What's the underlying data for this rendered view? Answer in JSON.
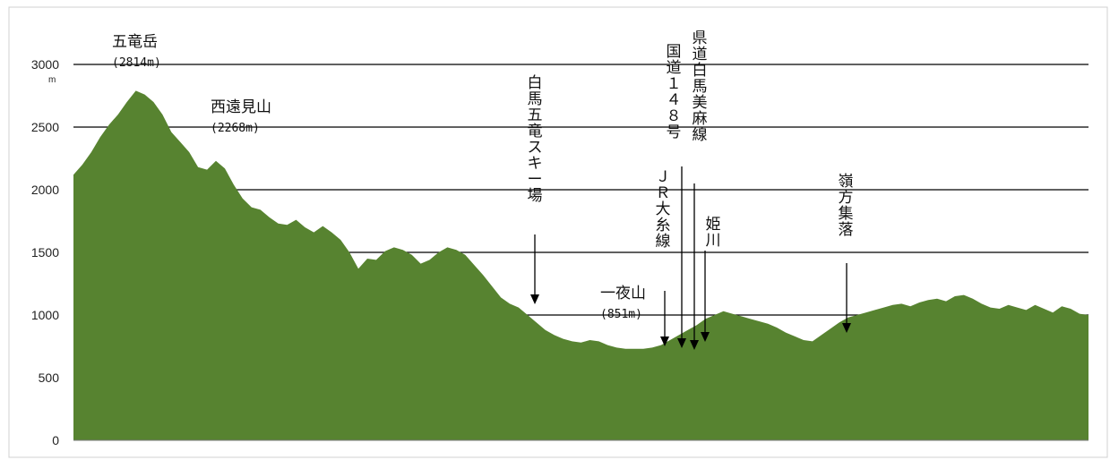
{
  "chart_data": {
    "type": "area",
    "y_unit": "m",
    "ylim": [
      0,
      3000
    ],
    "y_ticks": [
      "0",
      "500",
      "1000",
      "1500",
      "2000",
      "2500",
      "3000"
    ],
    "grid": true,
    "fill_color": "#578330",
    "x": [
      0,
      1,
      2,
      3,
      4,
      5,
      6,
      7,
      8,
      9,
      10,
      11,
      12,
      13,
      14,
      15,
      16,
      17,
      18,
      19,
      20,
      21,
      22,
      23,
      24,
      25,
      26,
      27,
      28,
      29,
      30,
      31,
      32,
      33,
      34,
      35,
      36,
      37,
      38,
      39,
      40,
      41,
      42,
      43,
      44,
      45,
      46,
      47,
      48,
      49,
      50,
      51,
      52,
      53,
      54,
      55,
      56,
      57,
      58,
      59,
      60,
      61,
      62,
      63,
      64,
      65,
      66,
      67,
      68,
      69,
      70,
      71,
      72,
      73,
      74,
      75,
      76,
      77,
      78,
      79,
      80,
      81,
      82,
      83,
      84,
      85,
      86,
      87,
      88,
      89,
      90,
      91,
      92,
      93,
      94,
      95,
      96,
      97,
      98,
      99,
      100,
      101,
      102,
      103,
      104,
      105,
      106,
      107,
      108,
      109,
      110,
      111,
      112,
      113,
      114
    ],
    "values": [
      2120,
      2200,
      2300,
      2420,
      2520,
      2600,
      2700,
      2790,
      2760,
      2700,
      2600,
      2460,
      2380,
      2300,
      2180,
      2160,
      2230,
      2170,
      2040,
      1930,
      1860,
      1840,
      1780,
      1730,
      1720,
      1760,
      1700,
      1660,
      1710,
      1660,
      1600,
      1500,
      1370,
      1450,
      1440,
      1510,
      1540,
      1520,
      1480,
      1410,
      1440,
      1500,
      1540,
      1520,
      1480,
      1400,
      1320,
      1230,
      1140,
      1090,
      1060,
      1000,
      940,
      880,
      840,
      810,
      790,
      780,
      800,
      790,
      760,
      740,
      730,
      730,
      730,
      740,
      760,
      800,
      840,
      880,
      920,
      970,
      1000,
      1030,
      1010,
      990,
      970,
      950,
      930,
      900,
      860,
      830,
      800,
      790,
      840,
      890,
      940,
      980,
      1000,
      1020,
      1040,
      1060,
      1080,
      1090,
      1070,
      1100,
      1120,
      1130,
      1110,
      1150,
      1160,
      1130,
      1090,
      1060,
      1050,
      1080,
      1060,
      1040,
      1080,
      1050,
      1020,
      1070,
      1050,
      1010,
      1000
    ],
    "annotations": [
      {
        "id": "goryudake",
        "text": "五竜岳",
        "sub": "(2814m)",
        "x": 8,
        "arrow": false
      },
      {
        "id": "nishitomi",
        "text": "西遠見山",
        "sub": "(2268m)",
        "x": 16,
        "arrow": false
      },
      {
        "id": "ski",
        "text": "白馬五竜スキー場",
        "vertical": true,
        "x": 50,
        "arrow": true
      },
      {
        "id": "ichiya",
        "text": "一夜山",
        "sub": "(851m)",
        "x": 66,
        "arrow": true
      },
      {
        "id": "jr",
        "text": "ＪＲ大糸線",
        "vertical": true,
        "x": 68,
        "arrow": true
      },
      {
        "id": "r148",
        "text": "国道１４８号",
        "vertical": true,
        "x": 69,
        "arrow": true
      },
      {
        "id": "pref",
        "text": "県道白馬美麻線",
        "vertical": true,
        "x": 70,
        "arrow": true
      },
      {
        "id": "hime",
        "text": "姫川",
        "vertical": true,
        "x": 71,
        "arrow": true
      },
      {
        "id": "mine",
        "text": "嶺方集落",
        "vertical": true,
        "x": 87,
        "arrow": true
      }
    ]
  }
}
